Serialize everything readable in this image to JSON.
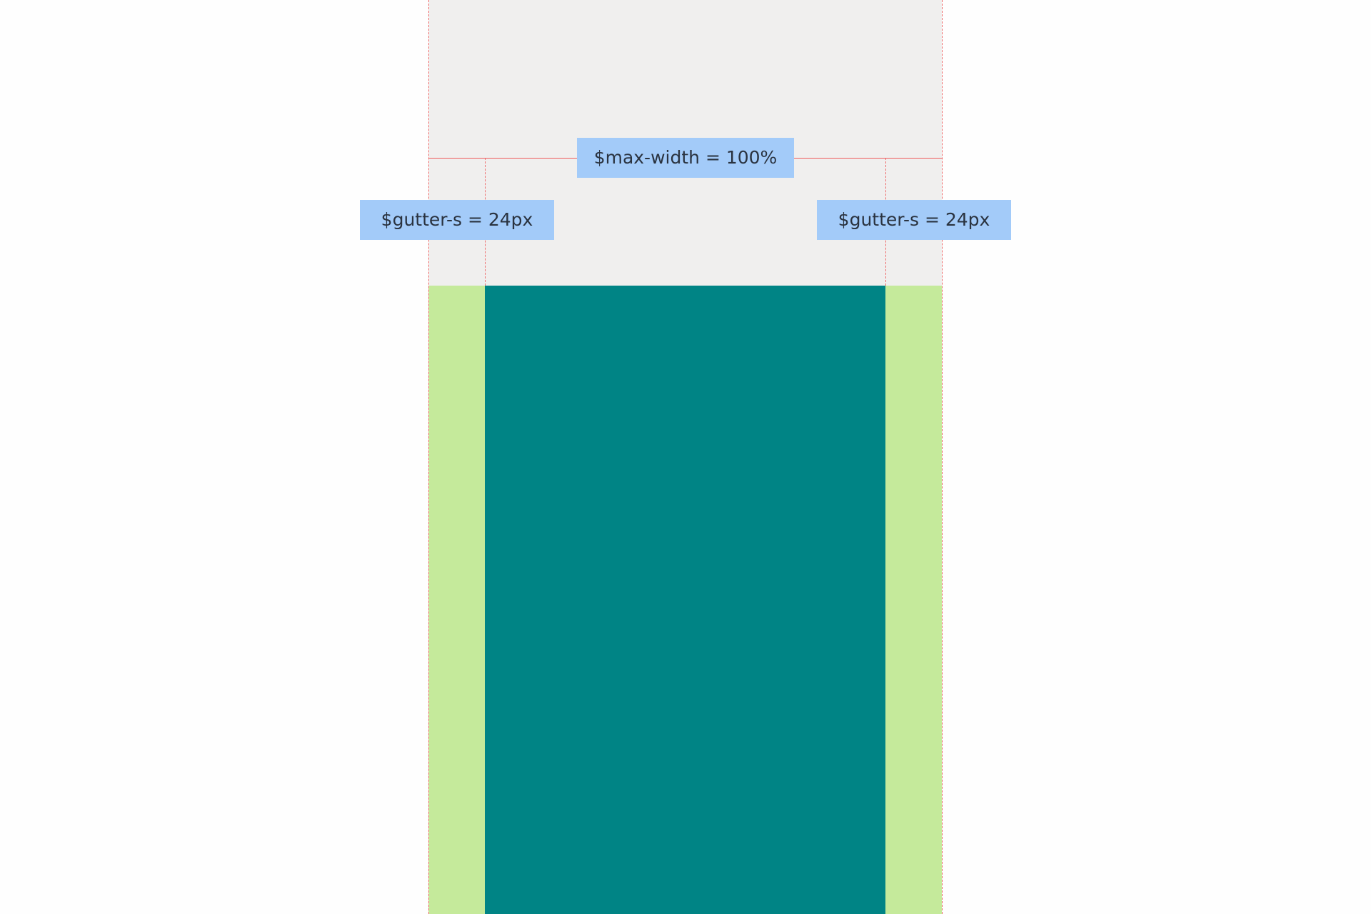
{
  "diagram": {
    "labels": {
      "max_width": "$max-width = 100%",
      "gutter_left": "$gutter-s = 24px",
      "gutter_right": "$gutter-s = 24px"
    },
    "colors": {
      "page_background": "#fefefe",
      "viewport_background": "#f0efee",
      "gutter": "#c5ea9b",
      "content": "#008485",
      "guide_line": "#ee6b6b",
      "label_background": "#a3cbf9",
      "label_text": "#2a3340"
    }
  }
}
